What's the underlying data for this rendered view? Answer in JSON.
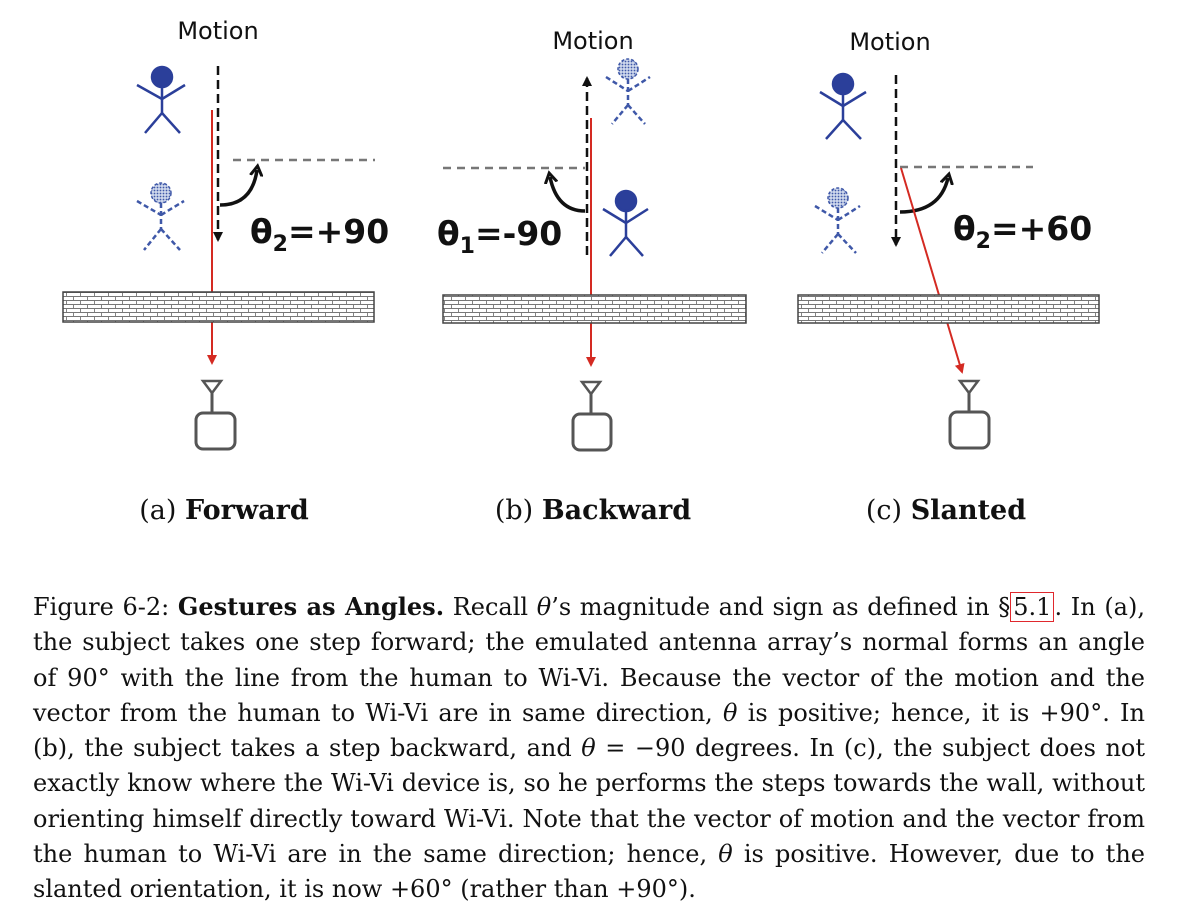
{
  "panels": [
    {
      "motion_label": "Motion",
      "theta_symbol": "θ",
      "theta_sub": "2",
      "theta_value": "=+90",
      "subcaption_letter": "(a)",
      "subcaption_title": "Forward"
    },
    {
      "motion_label": "Motion",
      "theta_symbol": "θ",
      "theta_sub": "1",
      "theta_value": "=-90",
      "subcaption_letter": "(b)",
      "subcaption_title": "Backward"
    },
    {
      "motion_label": "Motion",
      "theta_symbol": "θ",
      "theta_sub": "2",
      "theta_value": "=+60",
      "subcaption_letter": "(c)",
      "subcaption_title": "Slanted"
    }
  ],
  "caption": {
    "prefix": "Figure 6-2: ",
    "title": "Gestures as Angles.",
    "t1": " Recall ",
    "theta": "θ",
    "t2": "’s magnitude and sign as defined in §",
    "ref": "5.1",
    "t3": ". In (a), the subject takes one step forward; the emulated antenna array’s normal forms an angle of 90° with the line from the human to Wi-Vi. Because the vector of the motion and the vector from the human to Wi-Vi are in same direction, ",
    "t4": " is positive; hence, it is +90°. In (b), the subject takes a step backward, and ",
    "t5": " = −90 degrees. In (c), the subject does not exactly know where the Wi-Vi device is, so he performs the steps towards the wall, without orienting himself directly toward Wi-Vi. Note that the vector of motion and the vector from the human to Wi-Vi are in the same direction; hence, ",
    "t6": " is positive. However, due to the slanted orientation, it is now +60° (rather than +90°)."
  }
}
